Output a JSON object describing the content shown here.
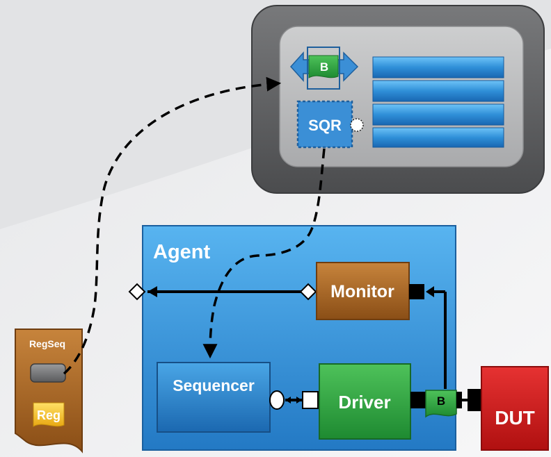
{
  "agent": {
    "label": "Agent"
  },
  "monitor": {
    "label": "Monitor"
  },
  "sequencer": {
    "label": "Sequencer"
  },
  "driver": {
    "label": "Driver"
  },
  "dut": {
    "label": "DUT"
  },
  "bus_adapter": {
    "label": "B"
  },
  "environment": {
    "sqr_label": "SQR",
    "bus_label": "B",
    "register_block_rows": 4
  },
  "reg_sequence": {
    "title": "RegSeq",
    "reg_label": "Reg"
  },
  "colors": {
    "agent_blue": "#3a96dc",
    "monitor_brown": "#a86628",
    "driver_green": "#34a646",
    "dut_red": "#cf1d1d",
    "outer_gray": "#5f6062",
    "inner_gray": "#b9babc",
    "reg_yellow": "#f5c520"
  }
}
